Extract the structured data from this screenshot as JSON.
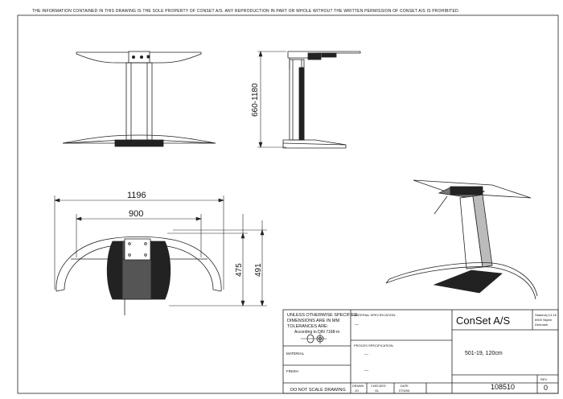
{
  "notice": "THE INFORMATION CONTAINED IN THIS DRAWING IS THE SOLE PROPERTY OF CONSET A/S. ANY REPRODUCTION IN PART OR WHOLE WITHOUT THE WRITTEN PERMISSION OF CONSET A/S IS PROHIBITED.",
  "dimensions": {
    "height_range": "660-1180",
    "overall_width": "1196",
    "inner_width": "900",
    "depth_inner": "475",
    "depth_outer": "491"
  },
  "title_block": {
    "tolerance_l1": "UNLESS OTHERWISE SPECIFIED",
    "tolerance_l2": "DIMENSIONS ARE IN MM",
    "tolerance_l3": "TOLERANCES ARE:",
    "tolerance_l4": "According to DIN 7168-m",
    "material_label": "MATERIAL",
    "finish_label": "FINISH",
    "do_not_scale": "DO NOT SCALE DRAWING",
    "material_spec_label": "MATERIAL SPECIFICATION:",
    "material_spec_value": "---",
    "process_spec_label": "PROCES SPECIFICATION:",
    "process_spec_value_1": "---",
    "process_spec_value_2": "---",
    "company": "ConSet A/S",
    "address_1": "Stadevej 14-16",
    "address_2": "6900 Skjern",
    "address_3": "Denmark",
    "description": "501-19, 120cm",
    "drawn_label": "DRAWN",
    "drawn_value": "JO",
    "checked_label": "CHECKED",
    "checked_value": "GL",
    "date_label": "DATE",
    "date_value": "070206",
    "drawing_number": "108510",
    "rev_label": "REV",
    "rev_value": "0"
  }
}
